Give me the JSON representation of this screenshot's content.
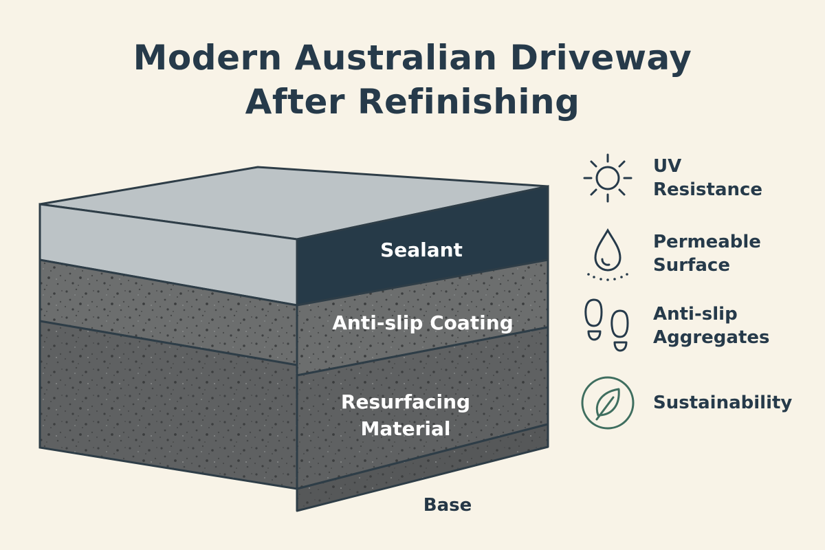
{
  "title": {
    "line1": "Modern Australian Driveway",
    "line2": "After Refinishing"
  },
  "layers": {
    "sealant": "Sealant",
    "anti_slip": "Anti-slip Coating",
    "resurfacing_1": "Resurfacing",
    "resurfacing_2": "Material",
    "base": "Base"
  },
  "features": [
    {
      "icon": "sun-icon",
      "label": "UV\nResistance"
    },
    {
      "icon": "water-drop-icon",
      "label": "Permeable\nSurface"
    },
    {
      "icon": "footprints-icon",
      "label": "Anti-slip\nAggregates"
    },
    {
      "icon": "leaf-icon",
      "label": "Sustainability"
    }
  ],
  "colors": {
    "background": "#f8f3e7",
    "sealant": "#263a48",
    "top_surface": "#bcc3c6",
    "anti_slip": "#6c6e6e",
    "resurfacing": "#5f6162",
    "base": "#565859",
    "outline": "#2e3d47",
    "leaf": "#3f6e5f"
  }
}
